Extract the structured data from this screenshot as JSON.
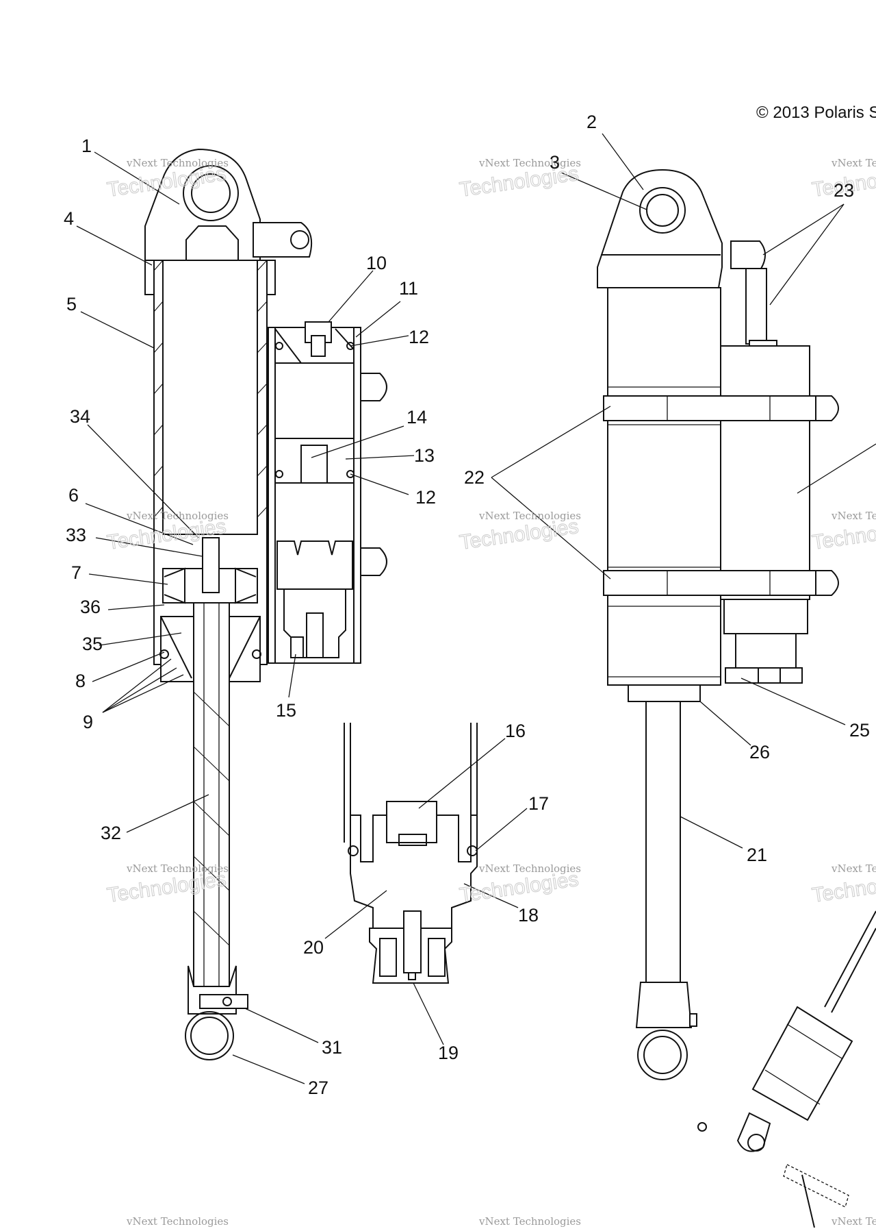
{
  "diagram": {
    "copyright": "© 2013 Polaris S",
    "watermark": {
      "line1": "vNext Technologies",
      "line2": "Technologies"
    },
    "callouts": [
      "1",
      "2",
      "3",
      "4",
      "5",
      "6",
      "7",
      "8",
      "9",
      "10",
      "11",
      "12",
      "12",
      "13",
      "14",
      "15",
      "16",
      "17",
      "18",
      "19",
      "20",
      "21",
      "22",
      "23",
      "25",
      "26",
      "27",
      "31",
      "32",
      "33",
      "34",
      "35",
      "36"
    ]
  }
}
